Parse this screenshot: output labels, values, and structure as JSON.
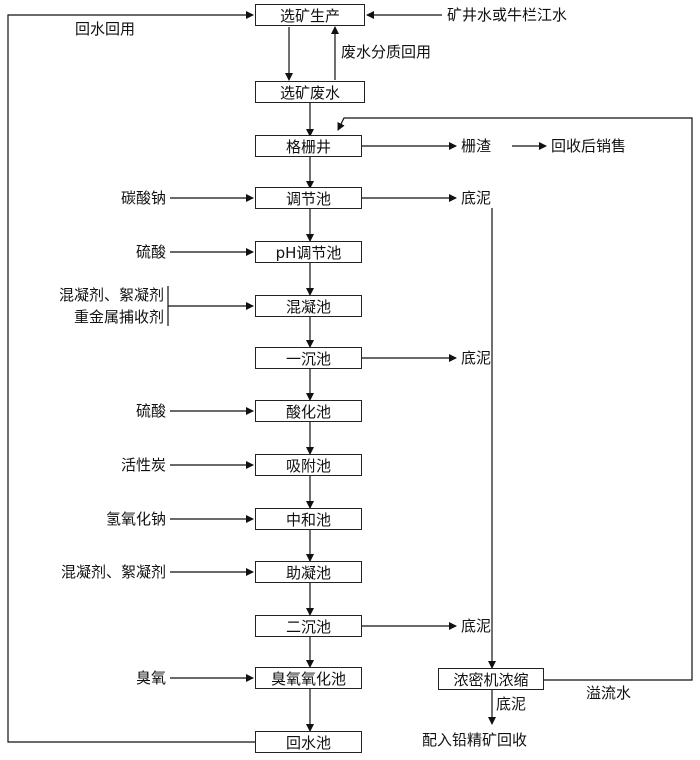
{
  "boxes": {
    "xuankuang": "选矿生产",
    "feishui": "选矿废水",
    "geshan": "格栅井",
    "tiaojie": "调节池",
    "ph": "pH调节池",
    "hunning": "混凝池",
    "yichen": "一沉池",
    "suanhua": "酸化池",
    "xifu": "吸附池",
    "zhonghe": "中和池",
    "zhuning": "助凝池",
    "erchen": "二沉池",
    "chouyang": "臭氧氧化池",
    "huishui": "回水池",
    "nongmi": "浓密机浓缩"
  },
  "inputs": {
    "mine_water": "矿井水或牛栏江水",
    "soda": "碳酸钠",
    "acid1": "硫酸",
    "coag_line1": "混凝剂、絮凝剂",
    "coag_line2": "重金属捕收剂",
    "acid2": "硫酸",
    "carbon": "活性炭",
    "naoh": "氢氧化钠",
    "coag2": "混凝剂、絮凝剂",
    "ozone": "臭氧"
  },
  "outputs": {
    "return_reuse": "回水回用",
    "split_reuse": "废水分质回用",
    "screenings": "栅渣",
    "sale": "回收后销售",
    "sludge1": "底泥",
    "sludge2": "底泥",
    "sludge3": "底泥",
    "sludge4": "底泥",
    "overflow": "溢流水",
    "lead": "配入铅精矿回收"
  }
}
